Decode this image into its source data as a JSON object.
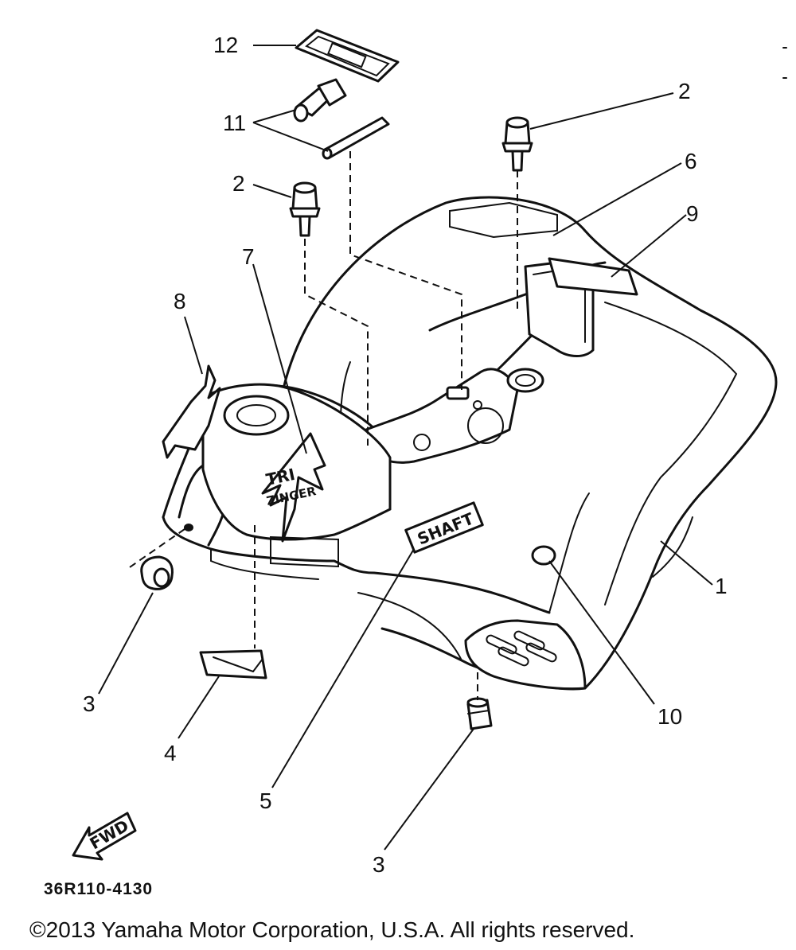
{
  "callouts": {
    "c1": "1",
    "c2a": "2",
    "c2b": "2",
    "c3a": "3",
    "c3b": "3",
    "c4": "4",
    "c5": "5",
    "c6": "6",
    "c7": "7",
    "c8": "8",
    "c9": "9",
    "c10": "10",
    "c11": "11",
    "c12": "12"
  },
  "decals": {
    "shaft": "SHAFT",
    "tri": "TRI",
    "zinger": "ZINGER",
    "fwd": "FWD"
  },
  "part_number": "36R110-4130",
  "copyright": "©2013 Yamaha Motor Corporation, U.S.A. All rights reserved."
}
